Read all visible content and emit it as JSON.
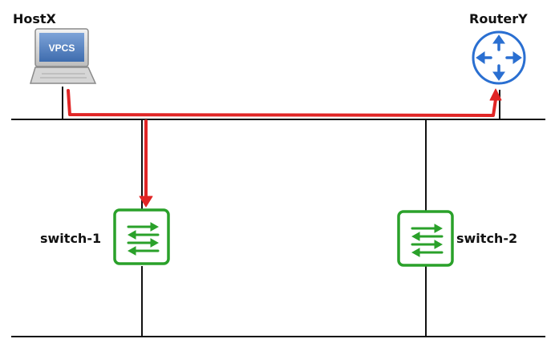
{
  "nodes": {
    "host": {
      "label": "HostX",
      "screen_text": "VPCS",
      "icon": "vpcs-laptop-icon"
    },
    "router": {
      "label": "RouterY",
      "icon": "router-icon"
    },
    "switch1": {
      "label": "switch-1",
      "icon": "switch-icon"
    },
    "switch2": {
      "label": "switch-2",
      "icon": "switch-icon"
    }
  },
  "colors": {
    "wire": "#111111",
    "path": "#e02525",
    "switch": "#2aa12a",
    "router": "#2a6fd1",
    "host_screen": "#4a7bbf"
  }
}
